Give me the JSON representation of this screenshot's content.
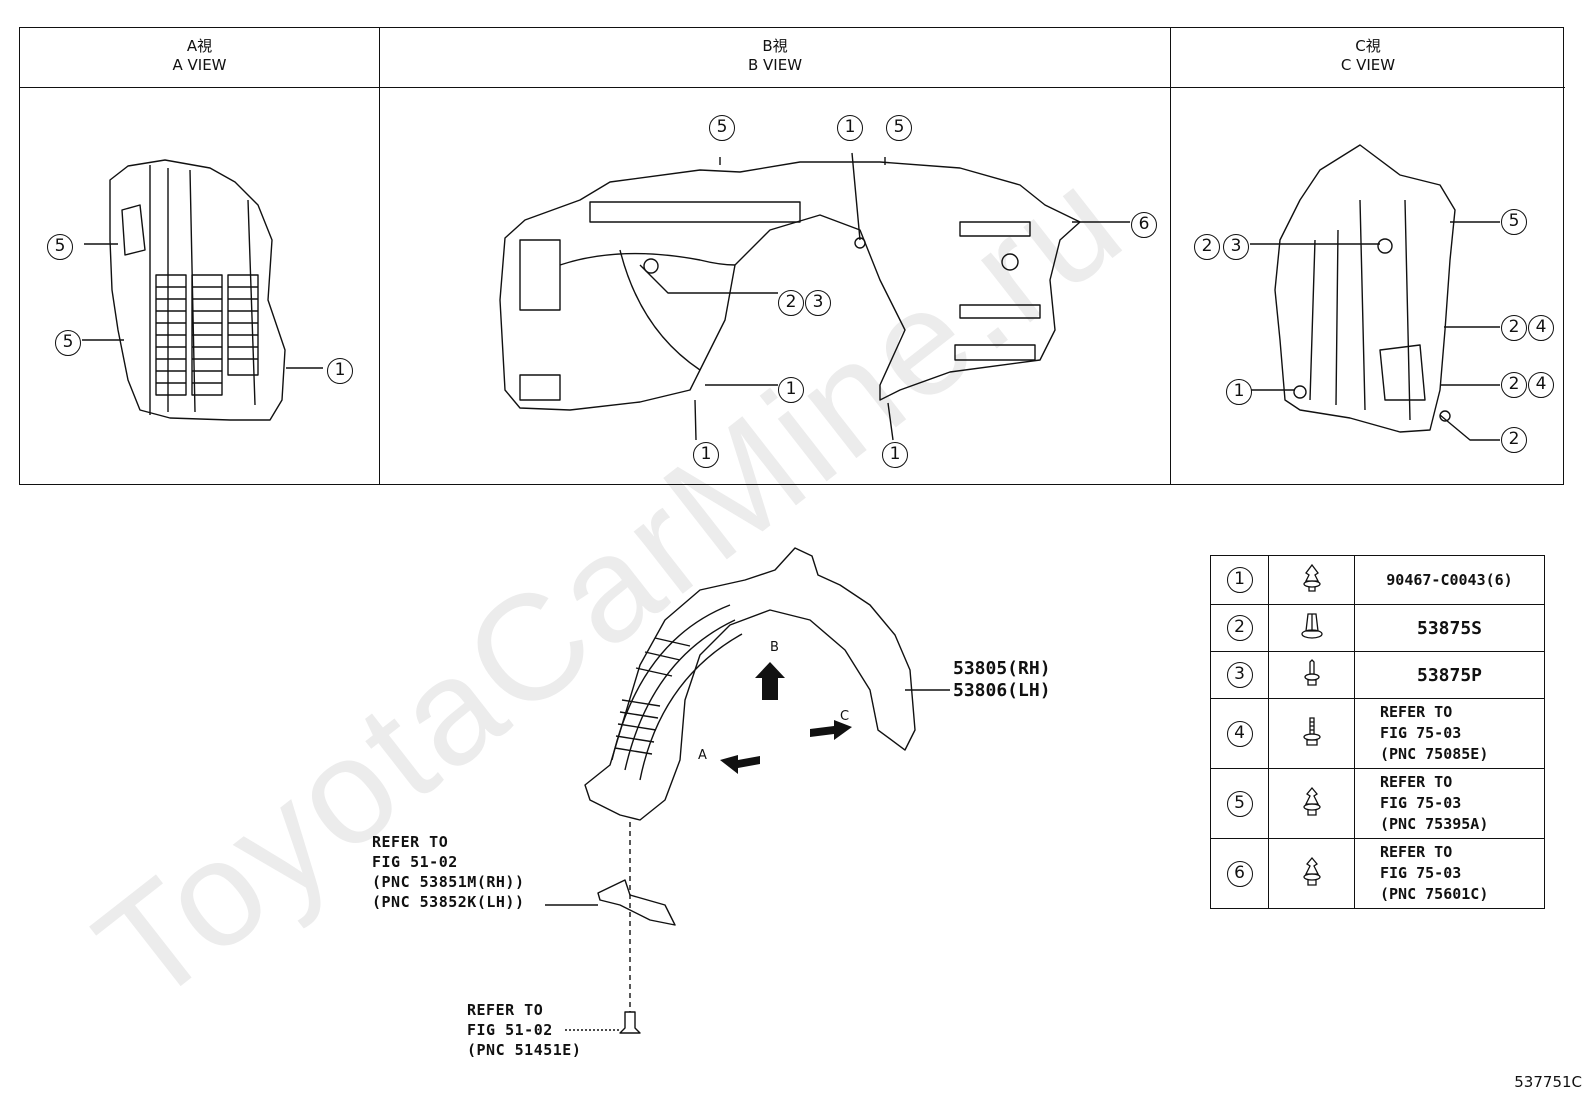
{
  "views": [
    {
      "jp": "A視",
      "en": "A VIEW"
    },
    {
      "jp": "B視",
      "en": "B VIEW"
    },
    {
      "jp": "C視",
      "en": "C VIEW"
    }
  ],
  "callouts": {
    "n1": "1",
    "n2": "2",
    "n3": "3",
    "n4": "4",
    "n5": "5",
    "n6": "6"
  },
  "main_part": {
    "rh": "53805(RH)",
    "lh": "53806(LH)"
  },
  "arrows": {
    "a": "A",
    "b": "B",
    "c": "C"
  },
  "refs": {
    "shield": "REFER TO\nFIG 51-02\n(PNC 53851M(RH))\n(PNC 53852K(LH))",
    "bolt": "REFER TO\nFIG 51-02\n(PNC 51451E)"
  },
  "parts_table": [
    {
      "no": "1",
      "icon": "push-clip-icon",
      "part": "90467-C0043(6)"
    },
    {
      "no": "2",
      "icon": "nut-clip-icon",
      "part": "53875S"
    },
    {
      "no": "3",
      "icon": "screw-icon",
      "part": "53875P"
    },
    {
      "no": "4",
      "icon": "bolt-icon",
      "part": "REFER TO\nFIG 75-03\n(PNC 75085E)"
    },
    {
      "no": "5",
      "icon": "push-clip-icon",
      "part": "REFER TO\nFIG 75-03\n(PNC 75395A)"
    },
    {
      "no": "6",
      "icon": "push-clip-icon",
      "part": "REFER TO\nFIG 75-03\n(PNC 75601C)"
    }
  ],
  "figure_code": "537751C",
  "watermark": "ToyotaCarMine.ru"
}
